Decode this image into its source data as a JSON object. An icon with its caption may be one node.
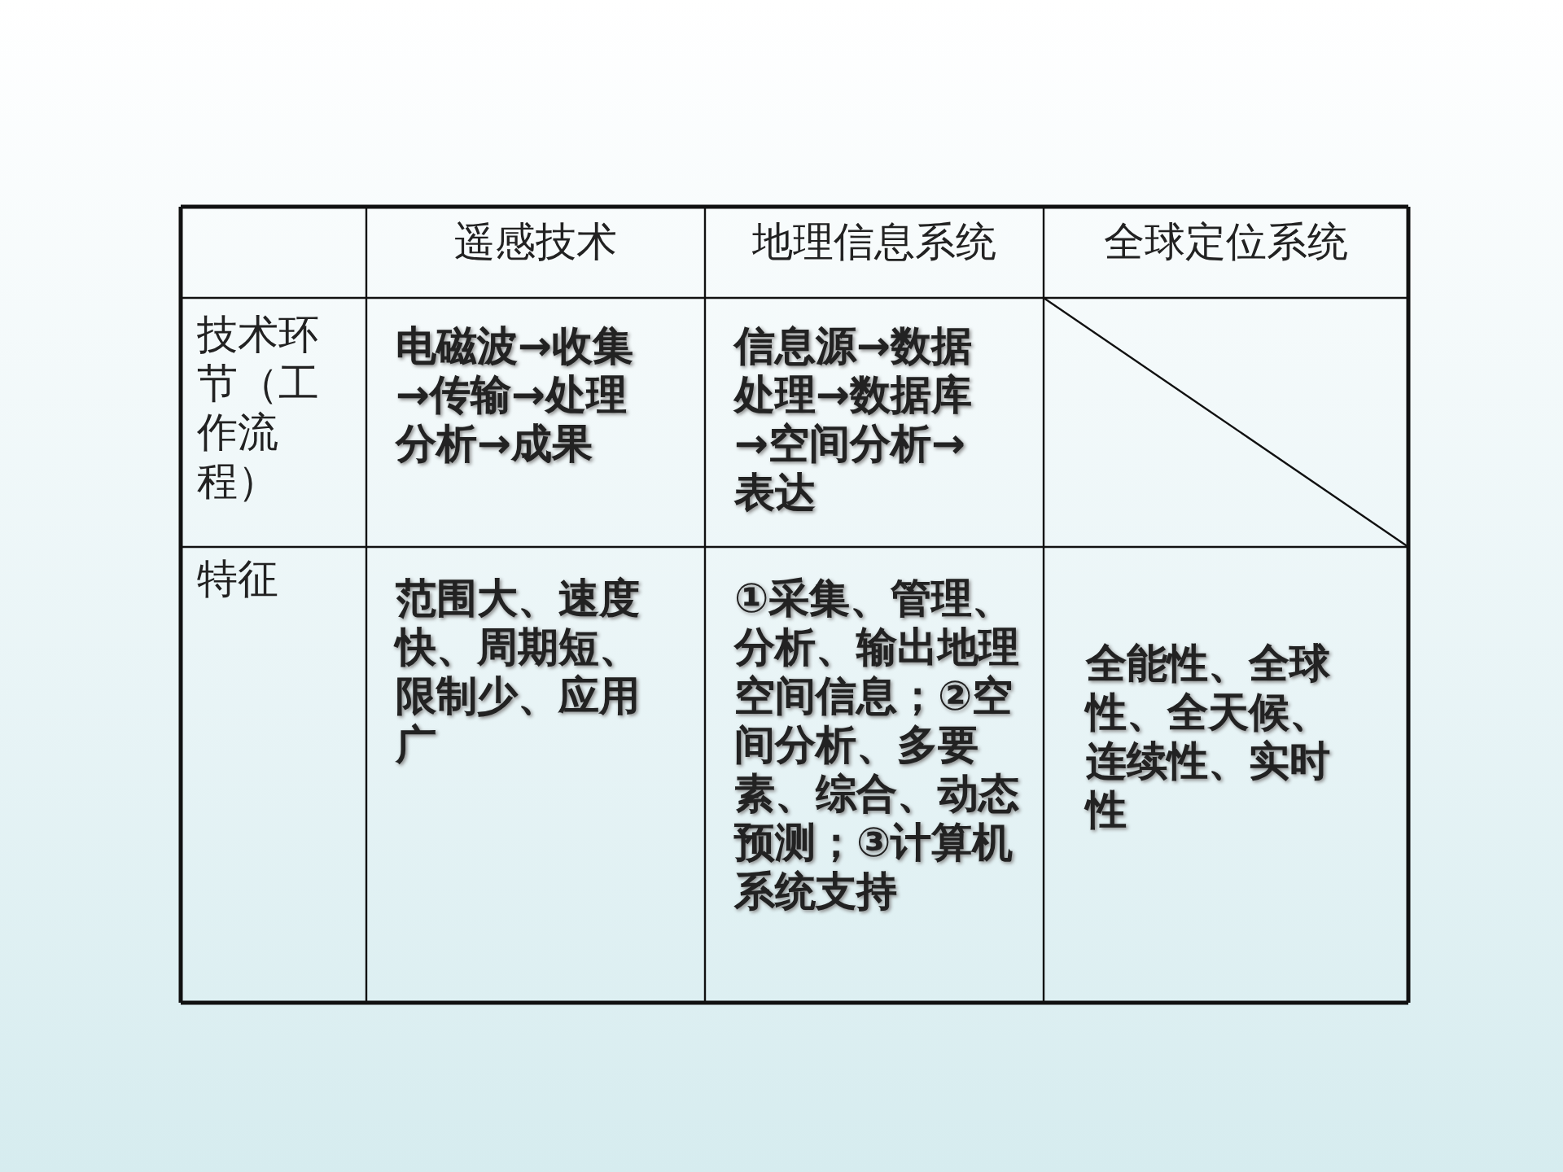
{
  "diagram": {
    "labels": [
      "遥感技术",
      "地理信息系统",
      "全球定位系统",
      "技术环节（工作流程）",
      "电磁波→收集→传输→处理分析→成果",
      "信息源→数据处理→数据库→空间分析→表达",
      "特征",
      "范围大、速度快、周期短、限制少、应用广",
      "①采集、管理、分析、输出地理空间信息；②空间分析、多要素、综合、动态预测；③计算机系统支持",
      "全能性、全球性、全天候、连续性、实时性"
    ]
  }
}
